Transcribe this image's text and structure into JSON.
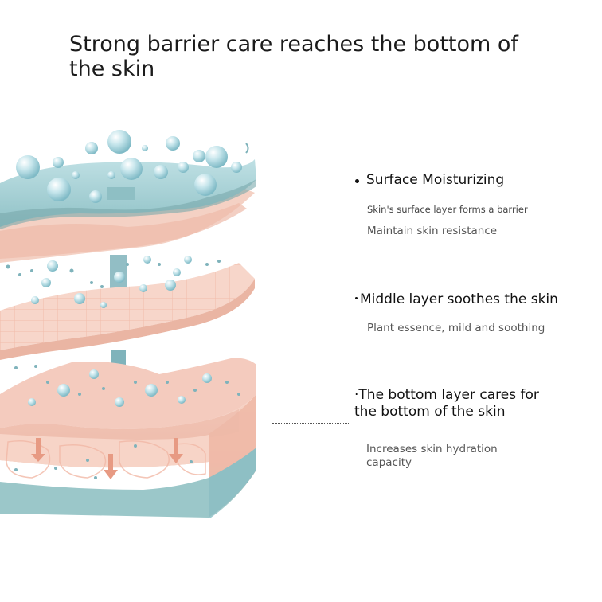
{
  "title": "Strong barrier care reaches the bottom of the skin",
  "layers": [
    {
      "heading": "Surface Moisturizing",
      "lines": [
        "Skin's surface layer forms a barrier",
        "Maintain skin resistance"
      ]
    },
    {
      "heading": "Middle layer soothes the skin",
      "lines": [
        "Plant essence, mild and soothing"
      ]
    },
    {
      "heading": "·The bottom layer cares for the bottom of the skin",
      "lines": [
        "Increases skin hydration capacity"
      ]
    }
  ],
  "colors": {
    "surface_blue": "#a8d3da",
    "skin_pink": "#f5cdbf",
    "deep_teal": "#9cc6c6",
    "arrow_teal": "#7fb3bb",
    "arrow_coral": "#e79a83"
  }
}
